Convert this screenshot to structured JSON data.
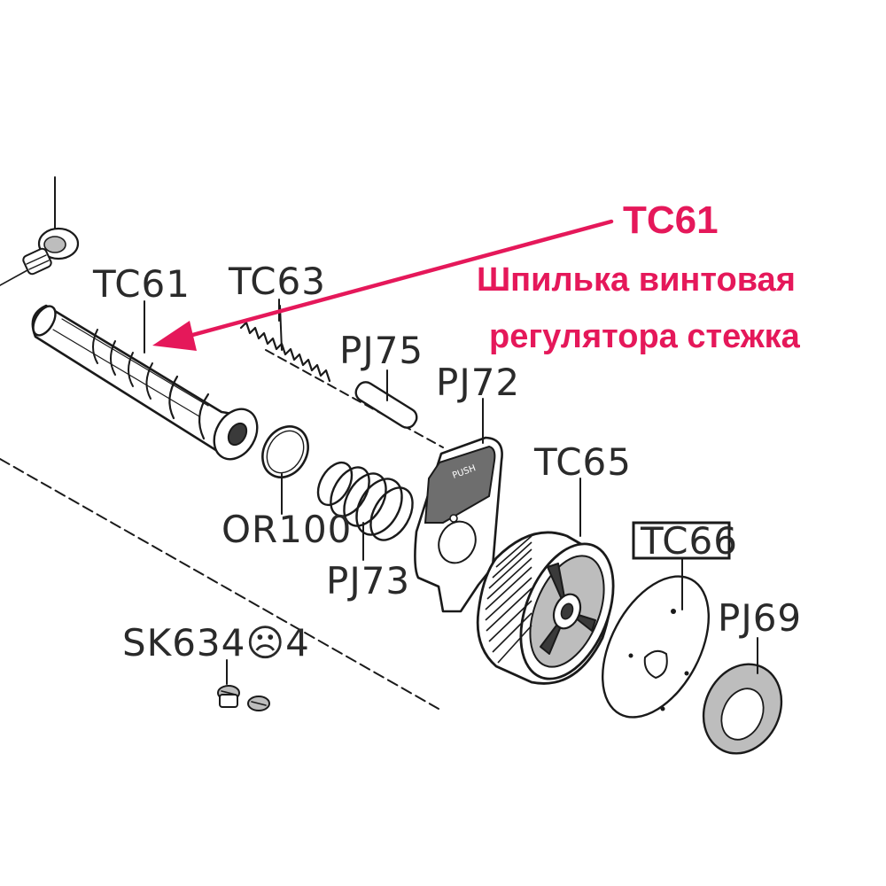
{
  "labels": {
    "tc61": "TC61",
    "tc63": "TC63",
    "pj75": "PJ75",
    "pj72": "PJ72",
    "tc65": "TC65",
    "tc66": "TC66",
    "or100": "OR100",
    "pj73": "PJ73",
    "pj69": "PJ69",
    "sk634": "SK634☹4"
  },
  "callout": {
    "title": "TC61",
    "line1": "Шпилька винтовая",
    "line2": "регулятора стежка"
  },
  "colors": {
    "callout": "#e5185a",
    "ink": "#1a1a1a"
  }
}
